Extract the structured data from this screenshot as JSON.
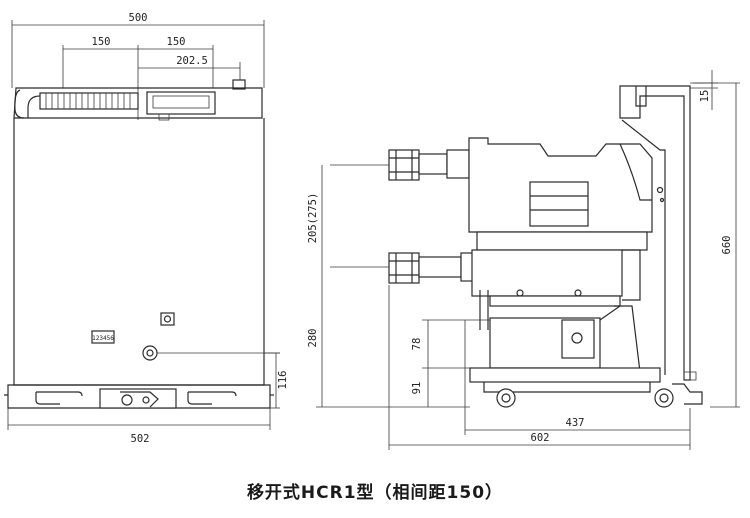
{
  "front_view": {
    "dims": {
      "overall_width": "500",
      "left_span": "150",
      "right_span": "150",
      "offset": "202.5",
      "base_width": "502",
      "foot_height": "116"
    },
    "counter_label": "123456"
  },
  "side_view": {
    "dims": {
      "top_gap": "15",
      "overall_height": "660",
      "pole_spacing": "205(275)",
      "lower_terminal_height": "280",
      "chassis_height": "78",
      "wheel_height": "91",
      "chassis_depth": "437",
      "overall_depth": "602"
    }
  },
  "caption": "移开式HCR1型（相间距150）"
}
